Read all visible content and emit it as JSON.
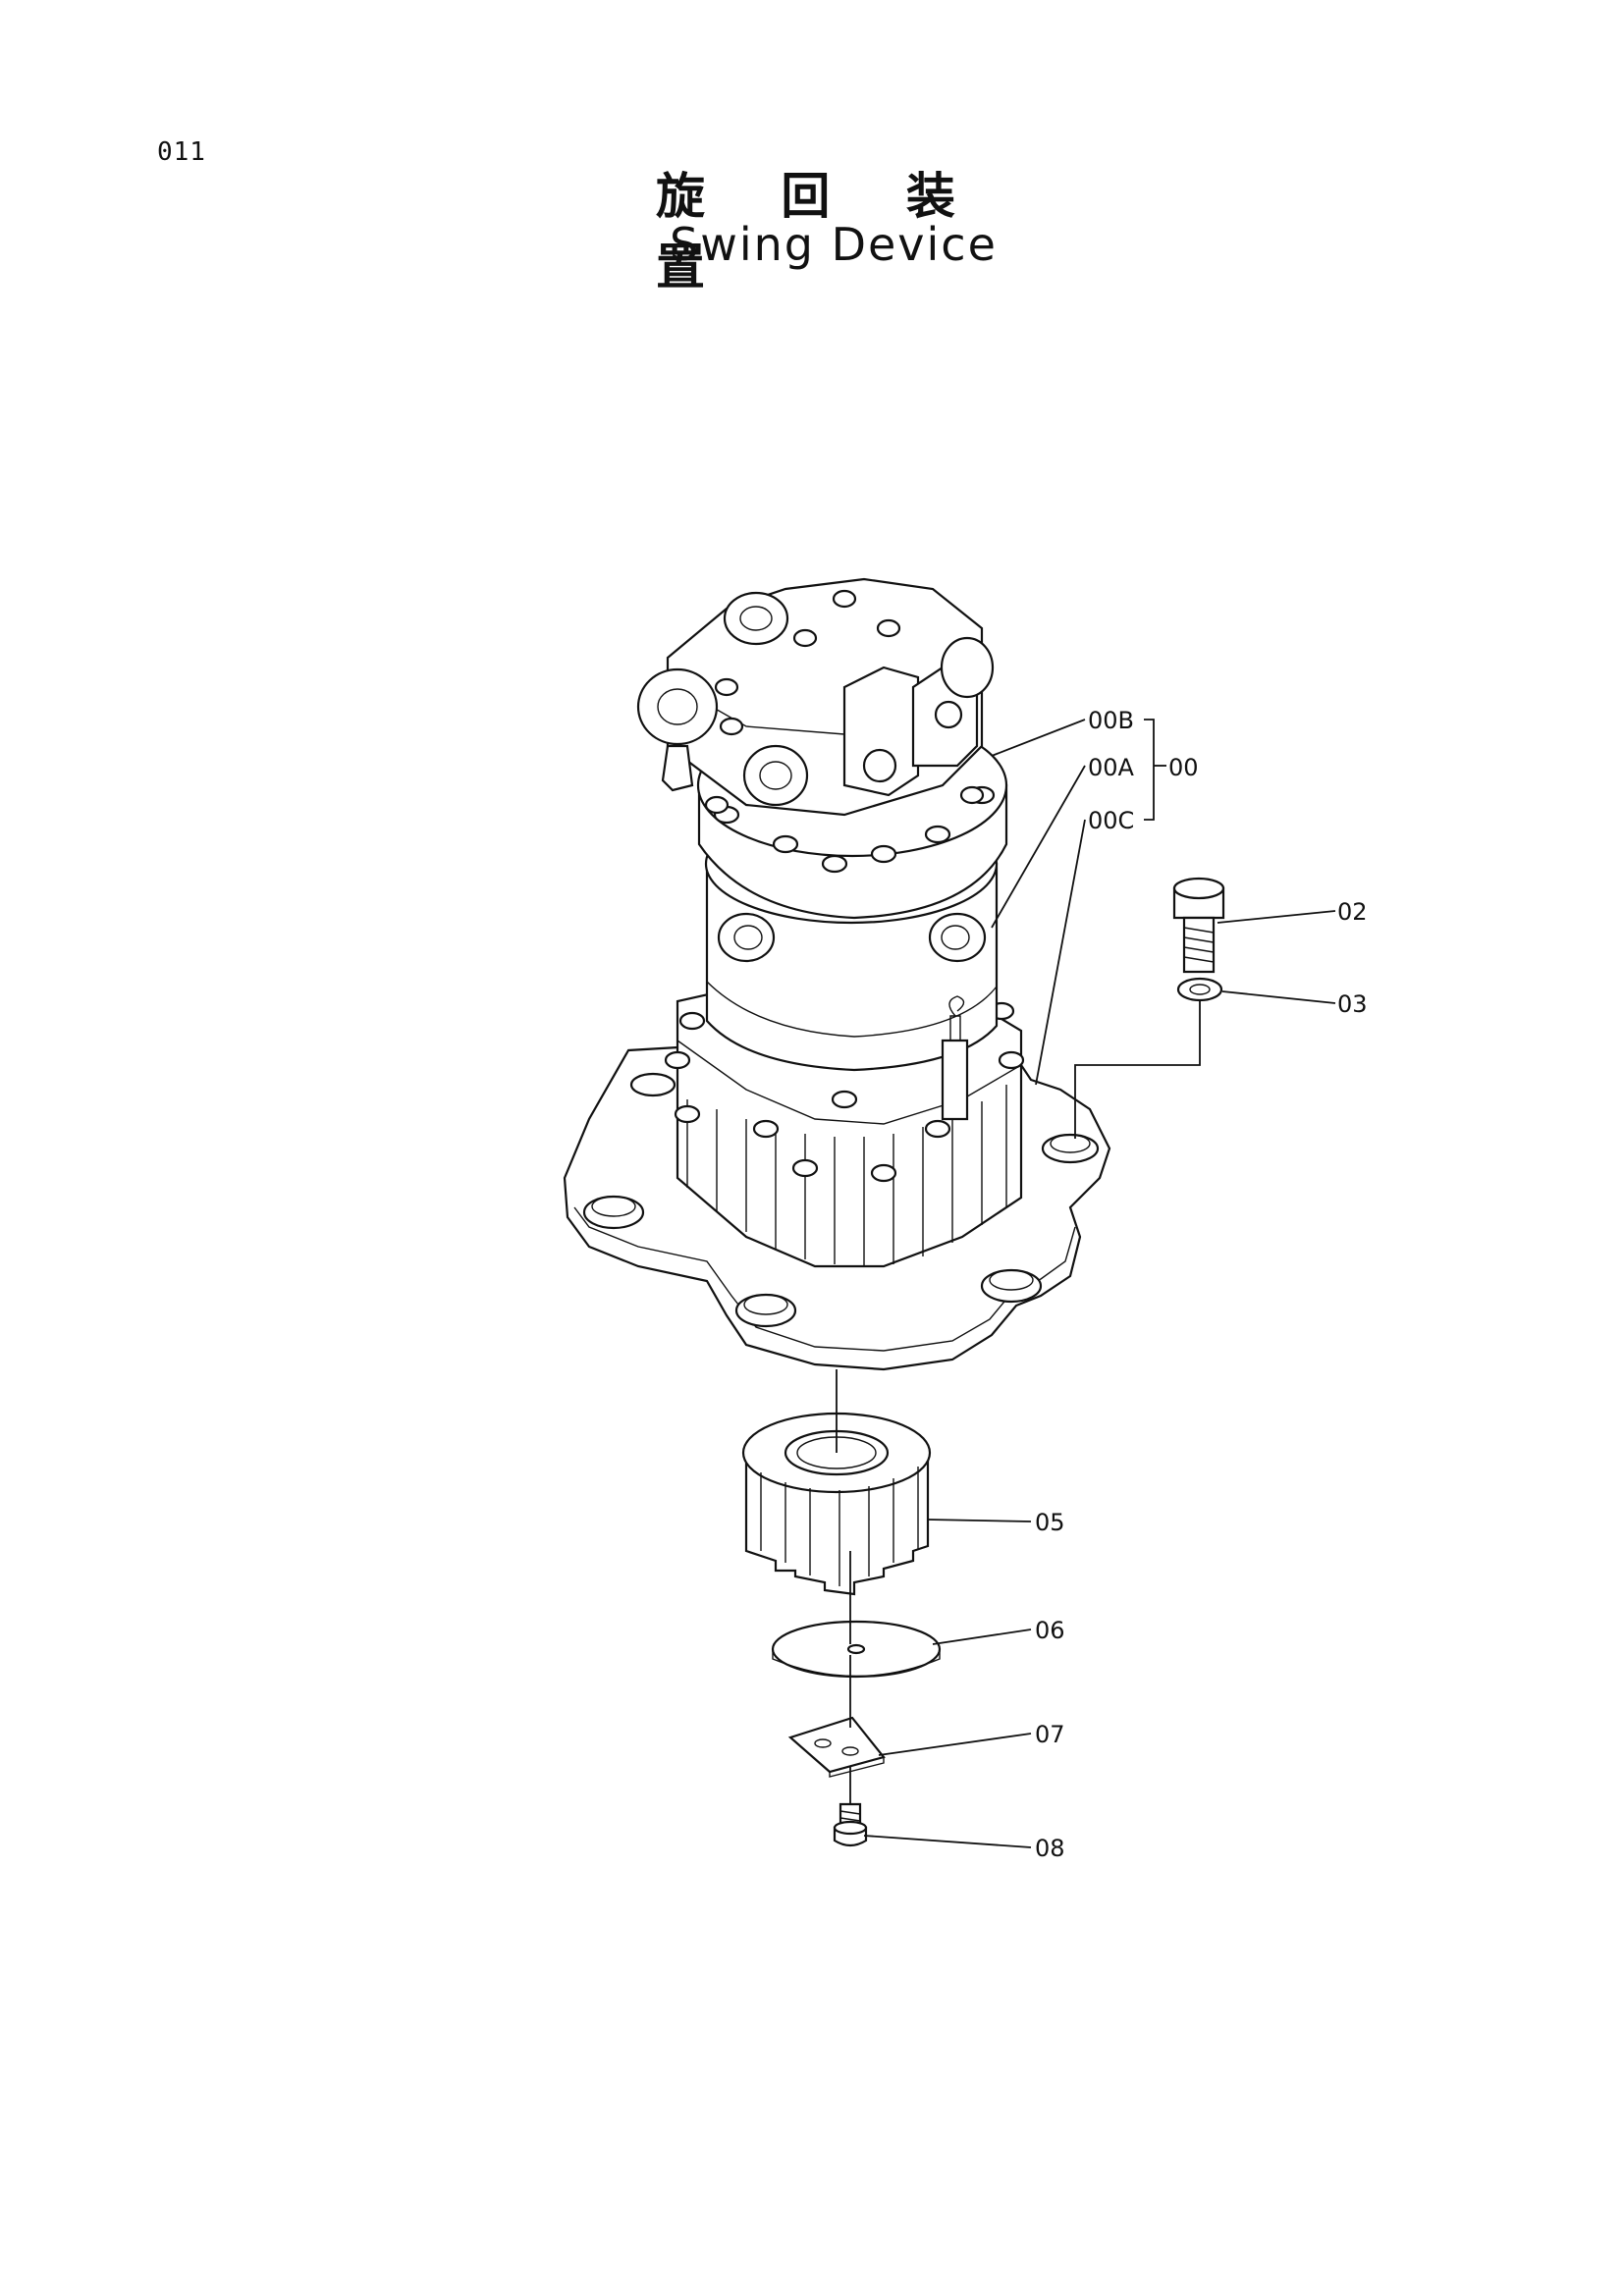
{
  "page": {
    "number": "011",
    "title_jp": "旋 回 装 置",
    "title_en": "Swing Device"
  },
  "callouts": [
    {
      "id": "00B",
      "label": "00B"
    },
    {
      "id": "00A",
      "label": "00A"
    },
    {
      "id": "00",
      "label": "00"
    },
    {
      "id": "00C",
      "label": "00C"
    },
    {
      "id": "02",
      "label": "02"
    },
    {
      "id": "03",
      "label": "03"
    },
    {
      "id": "05",
      "label": "05"
    },
    {
      "id": "06",
      "label": "06"
    },
    {
      "id": "07",
      "label": "07"
    },
    {
      "id": "08",
      "label": "08"
    }
  ],
  "parts": {
    "motor": {
      "icon": "swing-motor-icon"
    },
    "bolt": {
      "icon": "bolt-icon"
    },
    "washer": {
      "icon": "washer-icon"
    },
    "pinion": {
      "icon": "pinion-gear-icon"
    },
    "plate": {
      "icon": "plate-icon"
    },
    "lock_plate": {
      "icon": "lock-plate-icon"
    },
    "screw": {
      "icon": "screw-icon"
    }
  }
}
